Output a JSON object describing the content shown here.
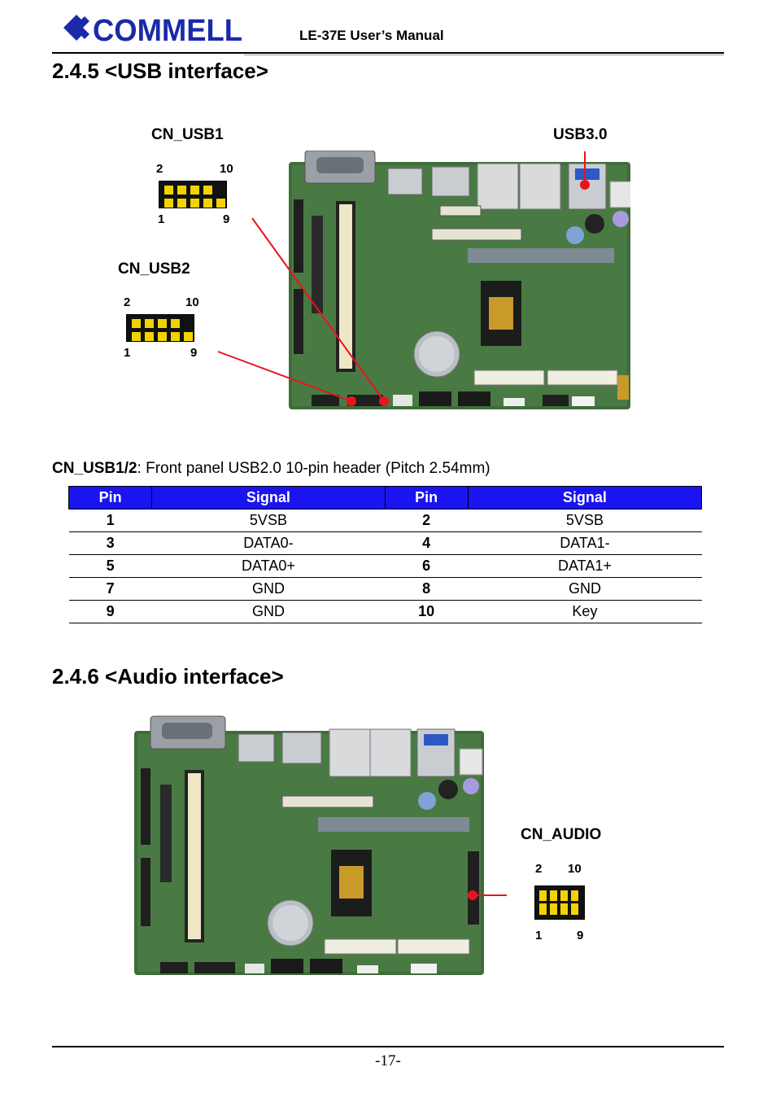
{
  "header": {
    "logo_text": "COMMELL",
    "title": "LE-37E User’s Manual"
  },
  "usb_section": {
    "heading": "2.4.5 <USB interface>",
    "cn_usb1": {
      "label": "CN_USB1",
      "top_left": "2",
      "top_right": "10",
      "bottom_left": "1",
      "bottom_right": "9"
    },
    "cn_usb2": {
      "label": "CN_USB2",
      "top_left": "2",
      "top_right": "10",
      "bottom_left": "1",
      "bottom_right": "9"
    },
    "usb30_label": "USB3.0",
    "description_bold": "CN_USB1/2",
    "description_text": ": Front panel USB2.0 10-pin header (Pitch 2.54mm)",
    "table": {
      "headers": [
        "Pin",
        "Signal",
        "Pin",
        "Signal"
      ],
      "rows": [
        [
          "1",
          "5VSB",
          "2",
          "5VSB"
        ],
        [
          "3",
          "DATA0-",
          "4",
          "DATA1-"
        ],
        [
          "5",
          "DATA0+",
          "6",
          "DATA1+"
        ],
        [
          "7",
          "GND",
          "8",
          "GND"
        ],
        [
          "9",
          "GND",
          "10",
          "Key"
        ]
      ]
    }
  },
  "audio_section": {
    "heading": "2.4.6 <Audio interface>",
    "cn_audio": {
      "label": "CN_AUDIO",
      "top_left": "2",
      "top_right": "10",
      "bottom_left": "1",
      "bottom_right": "9"
    }
  },
  "footer": {
    "page_number": "-17-"
  },
  "colors": {
    "table_header_bg": "#1a14f0",
    "pin_yellow": "#f2d300",
    "pointer_red": "#e8141e",
    "pcb_green": "#3f6b3a"
  }
}
